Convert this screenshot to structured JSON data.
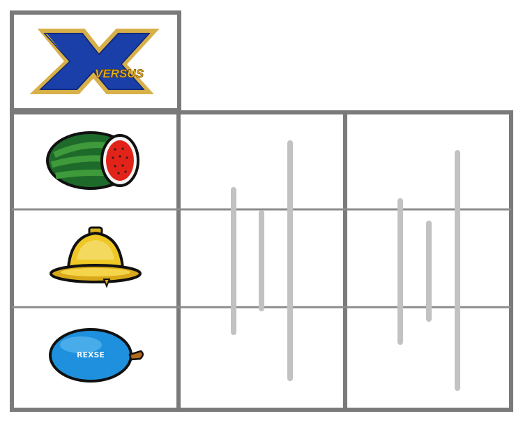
{
  "logo": {
    "letter": "X",
    "subtitle": "VERSUS",
    "colors": {
      "blue": "#1b3fa8",
      "gold": "#d8b04a",
      "text_gold": "#f3c325"
    }
  },
  "reels": {
    "symbols": [
      {
        "icon": "watermelon-icon"
      },
      {
        "icon": "bell-icon"
      },
      {
        "icon": "blue-plum-icon",
        "label": "REXSE"
      }
    ]
  },
  "colors": {
    "frame": "#7a7a7a",
    "divider": "#8c8c8c",
    "bars": "#c2c2c2",
    "background": "#ffffff"
  }
}
